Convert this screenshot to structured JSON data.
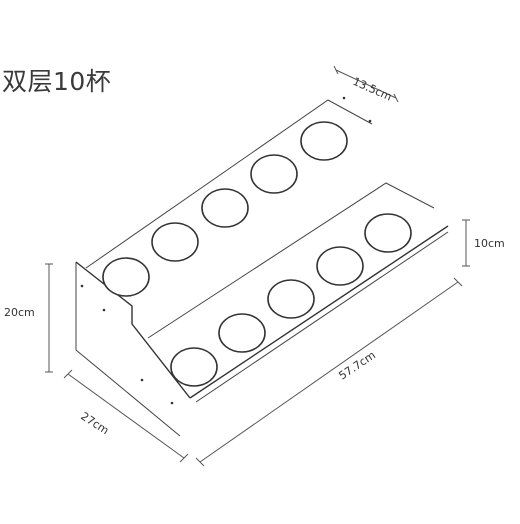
{
  "title": "双层10杯",
  "dimensions": {
    "depth_step": "13.5cm",
    "step_height": "10cm",
    "total_height": "20cm",
    "depth": "27cm",
    "width": "57.7cm"
  },
  "product": {
    "tiers": 2,
    "holes_per_tier": 5
  }
}
